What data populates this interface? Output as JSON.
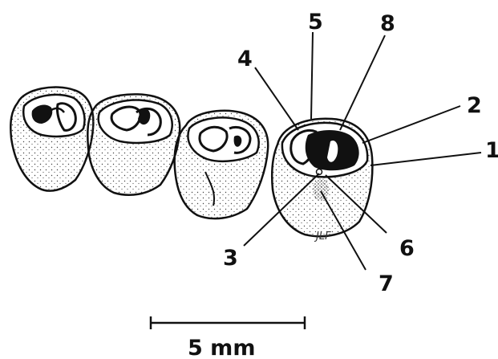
{
  "labels": {
    "l1": "1",
    "l2": "2",
    "l3": "3",
    "l4": "4",
    "l5": "5",
    "l6": "6",
    "l7": "7",
    "l8": "8"
  },
  "scale_bar": {
    "text": "5 mm"
  },
  "signature": "JLF"
}
